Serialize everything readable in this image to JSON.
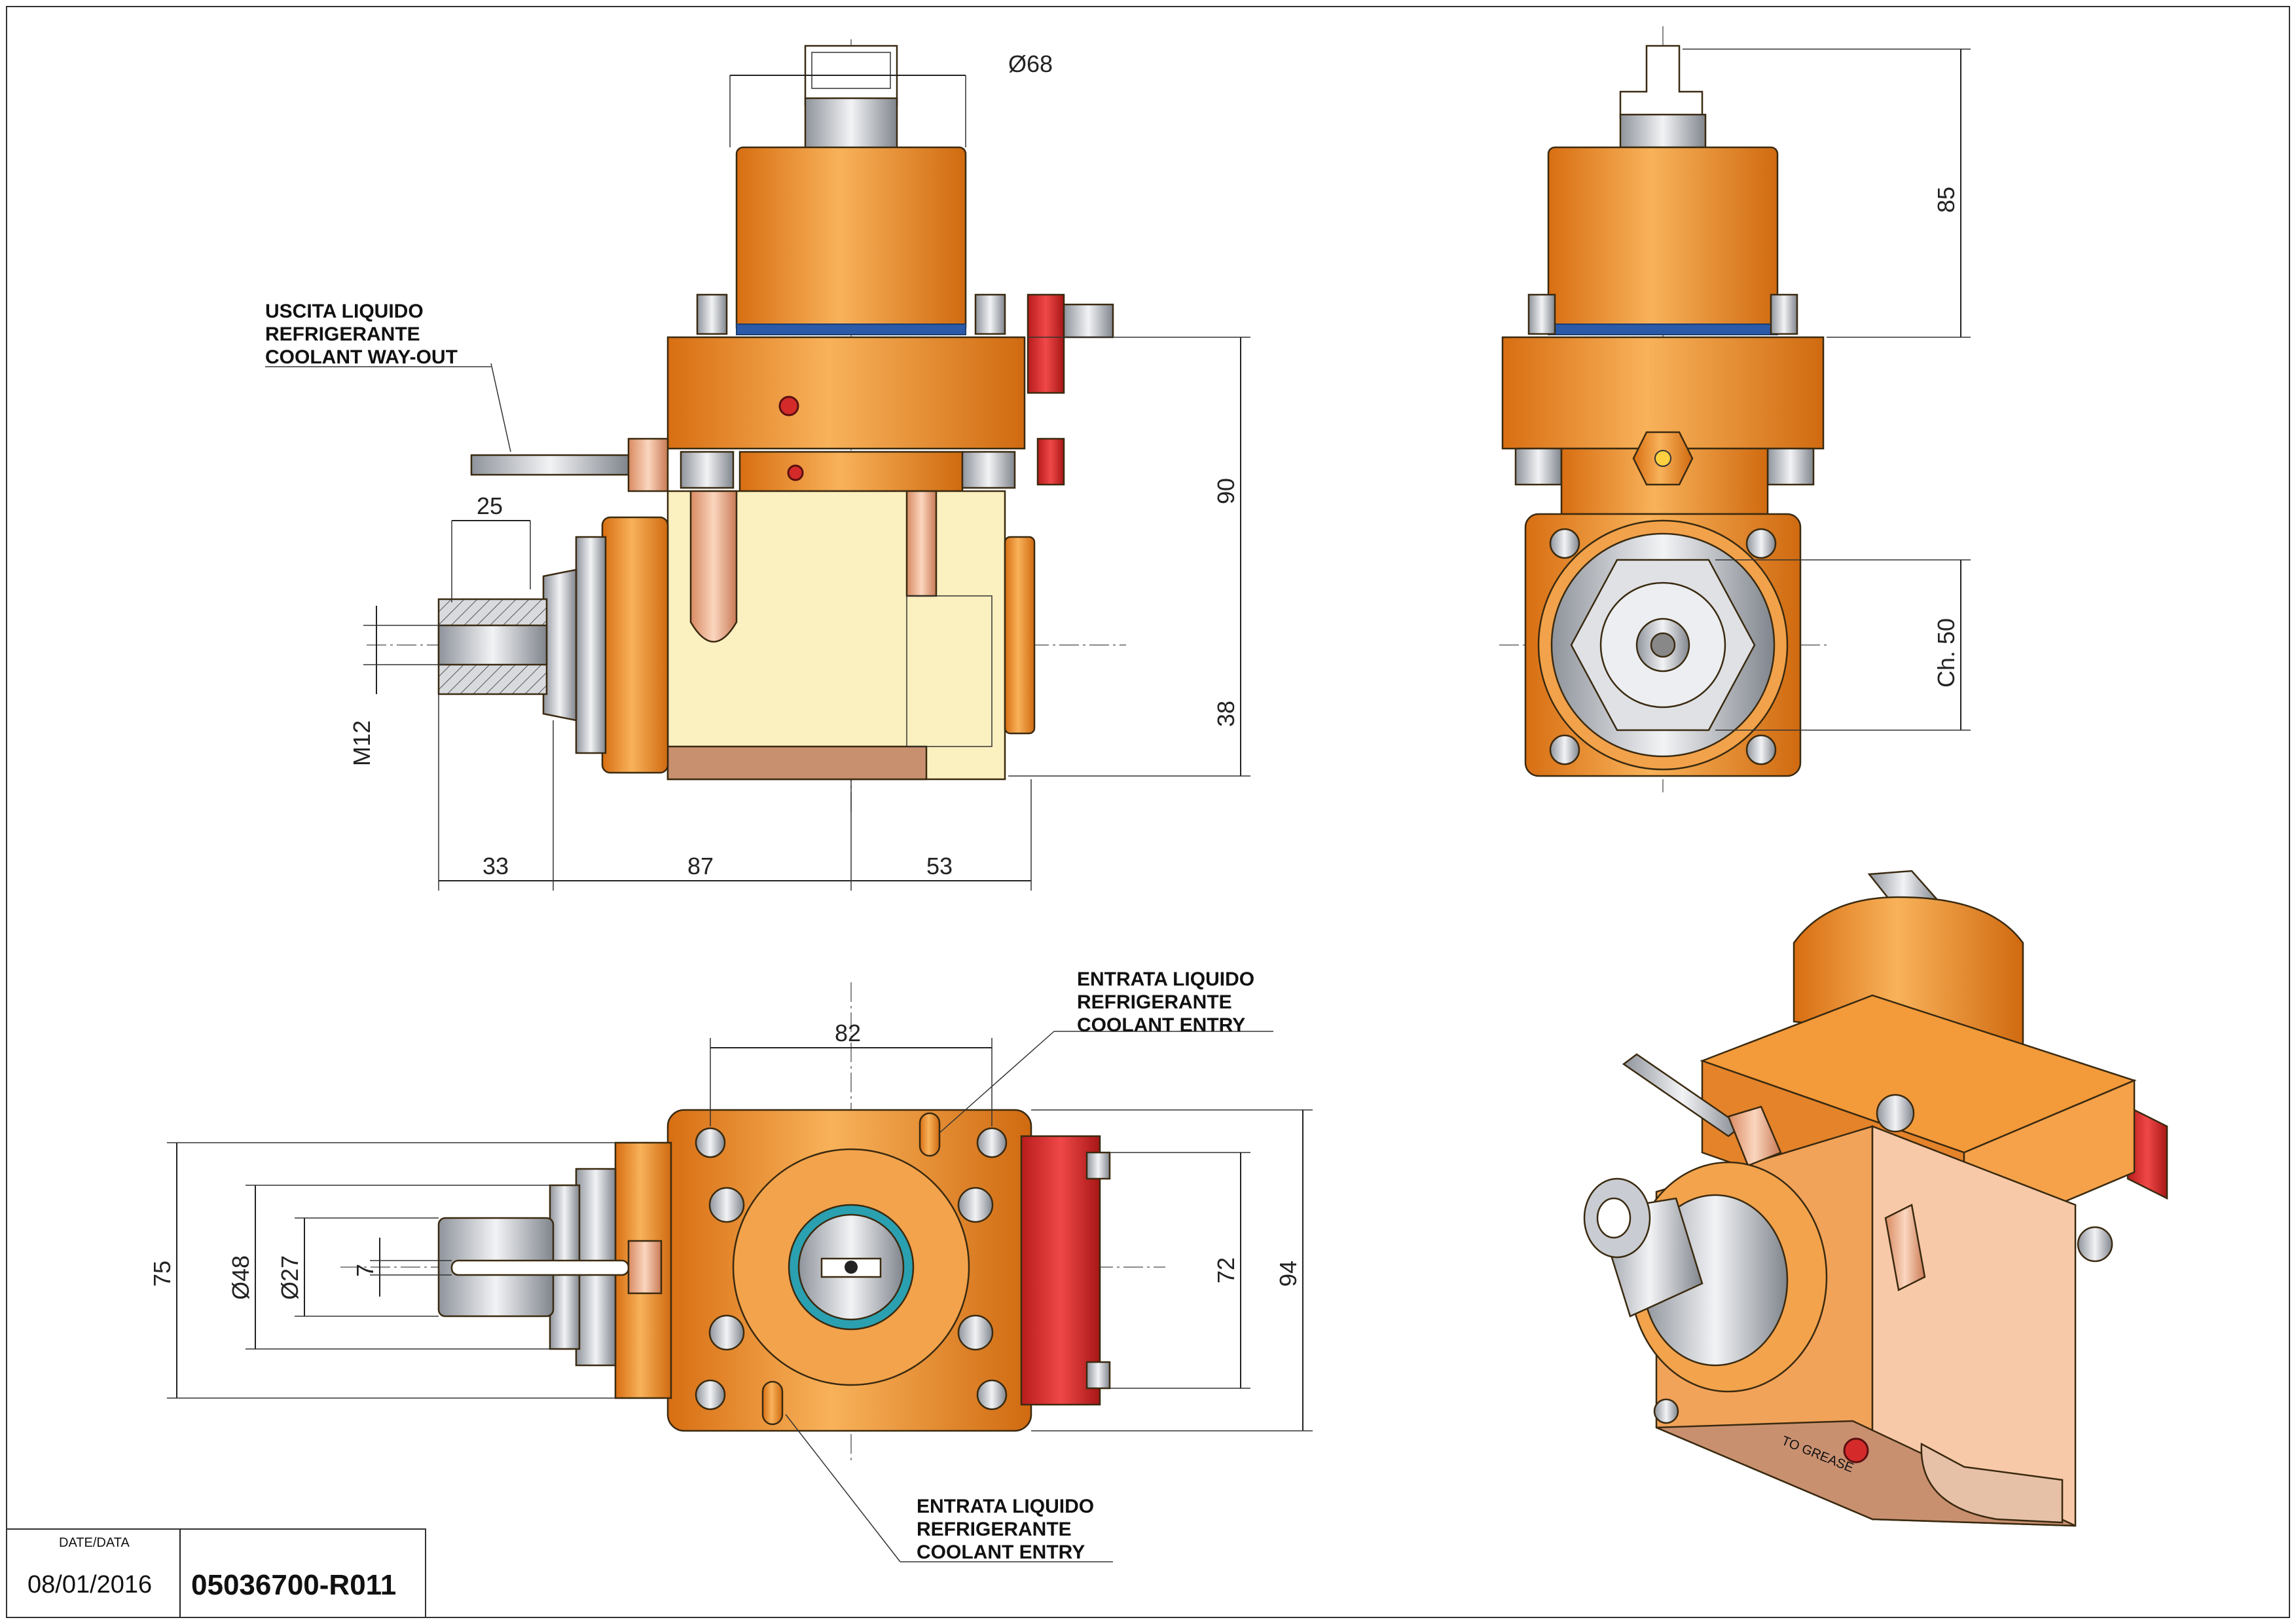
{
  "colors": {
    "orange_dark": "#e07c1c",
    "orange_light": "#f7a84a",
    "cream": "#fbf0c0",
    "steel": "#c9ccd2",
    "red": "#d42a2a",
    "copper": "#e7a07a",
    "brown_face": "#c99070",
    "blue_ring": "#2a5aa8"
  },
  "dimensions": {
    "phi68": "Ø68",
    "d85": "85",
    "d90": "90",
    "d38": "38",
    "d25": "25",
    "m12": "M12",
    "d33": "33",
    "d87": "87",
    "d53": "53",
    "ch50": "Ch. 50",
    "d82": "82",
    "d75": "75",
    "phi48": "Ø48",
    "phi27": "Ø27",
    "d7": "7",
    "d72": "72",
    "d94": "94"
  },
  "labels": {
    "coolant_out": [
      "USCITA LIQUIDO",
      "REFRIGERANTE",
      "COOLANT WAY-OUT"
    ],
    "coolant_entry_top": [
      "ENTRATA LIQUIDO",
      "REFRIGERANTE",
      "COOLANT ENTRY"
    ],
    "coolant_entry_bottom": [
      "ENTRATA LIQUIDO",
      "REFRIGERANTE",
      "COOLANT ENTRY"
    ],
    "grease_stamp": "TO GREASE"
  },
  "title_block": {
    "date_label": "DATE/DATA",
    "date": "08/01/2016",
    "code": "05036700-R011"
  },
  "icons": [
    "hex-socket-screw-icon",
    "coolant-pipe-icon",
    "collet-nut-icon"
  ]
}
